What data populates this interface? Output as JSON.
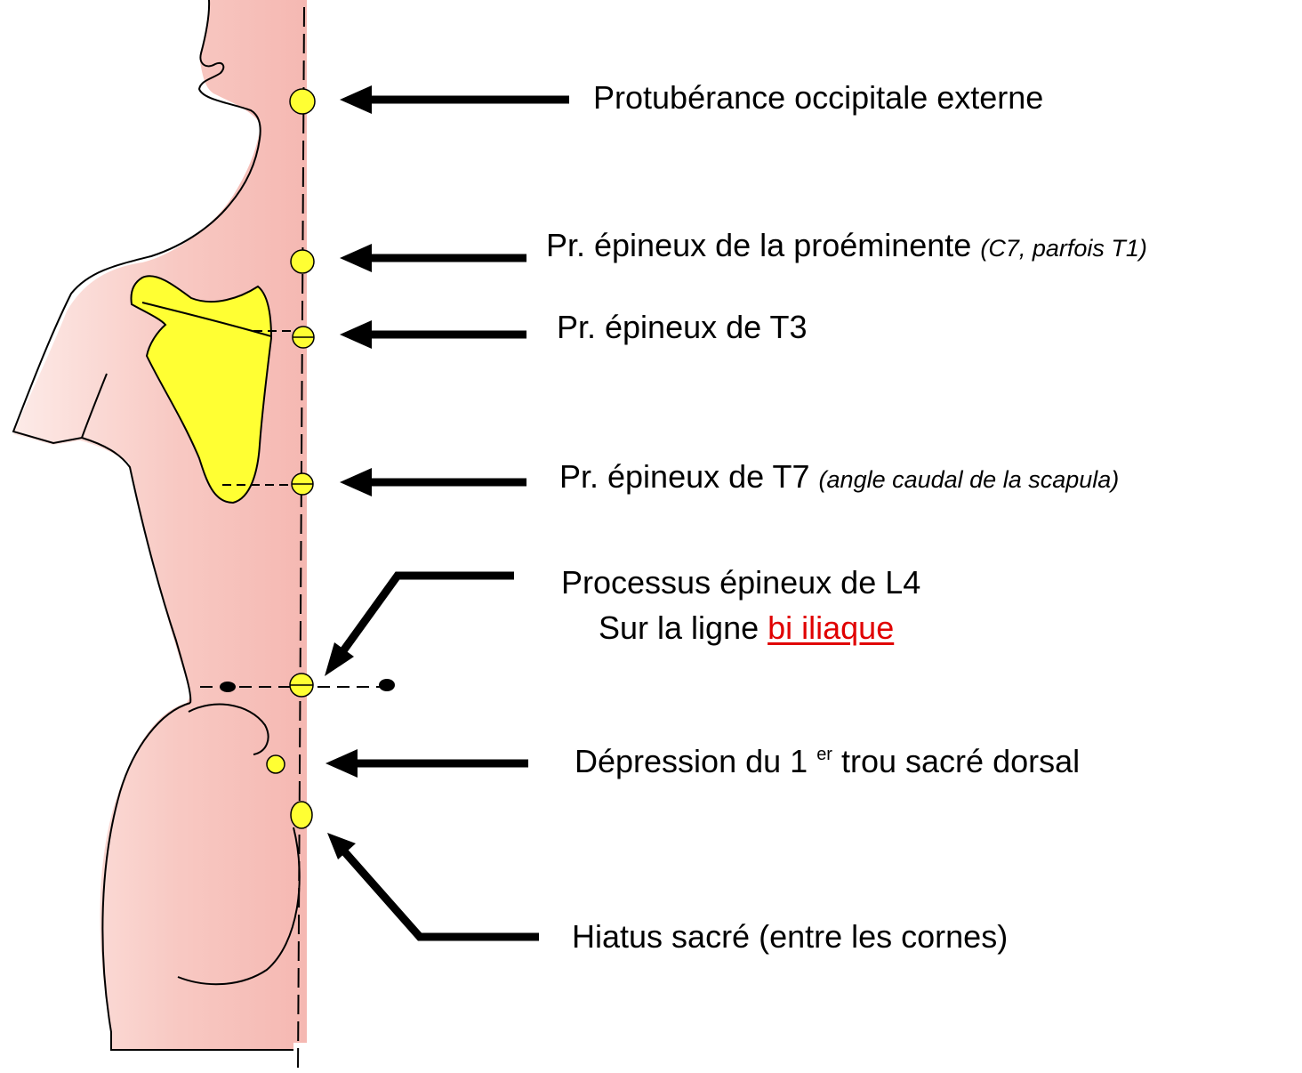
{
  "colors": {
    "skin": "#f5b8b2",
    "skin_light": "#fdebe8",
    "bone": "#ffff33",
    "landmark": "#ffff33",
    "outline": "#000000",
    "highlight_text": "#e00000"
  },
  "labels": {
    "occipital": "Protubérance occipitale externe",
    "c7_main": "Pr. épineux de la proéminente",
    "c7_note": "(C7, parfois T1)",
    "t3": "Pr. épineux de T3",
    "t7_main": "Pr. épineux de T7",
    "t7_note": "(angle caudal de la scapula)",
    "l4_line1": "Processus épineux de L4",
    "l4_line2_prefix": "Sur la ligne",
    "l4_line2_link": "bi iliaque",
    "sacral_prefix": "Dépression du 1",
    "sacral_sup": "er",
    "sacral_suffix": "trou sacré dorsal",
    "hiatus": "Hiatus sacré (entre les cornes)"
  }
}
